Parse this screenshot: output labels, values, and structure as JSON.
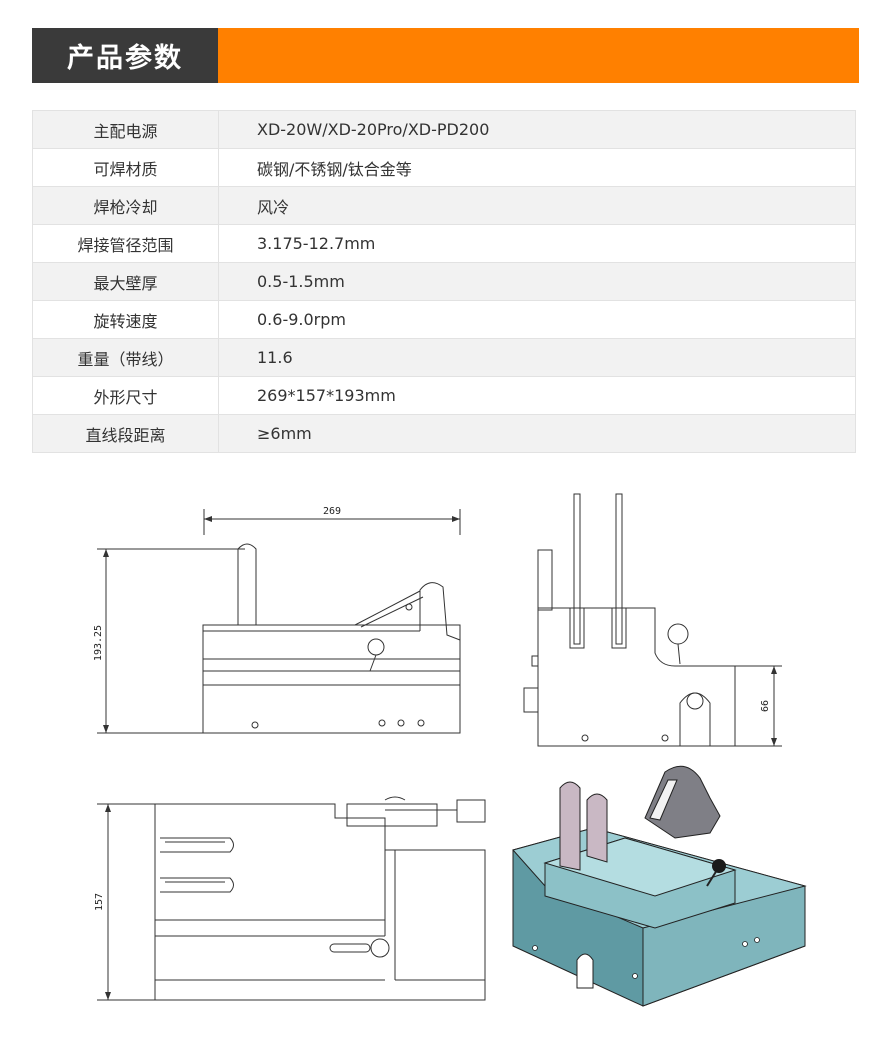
{
  "header": {
    "title": "产品参数"
  },
  "specs": [
    {
      "label": "主配电源",
      "value": "XD-20W/XD-20Pro/XD-PD200"
    },
    {
      "label": "可焊材质",
      "value": "碳钢/不锈钢/钛合金等"
    },
    {
      "label": "焊枪冷却",
      "value": "风冷"
    },
    {
      "label": "焊接管径范围",
      "value": "3.175-12.7mm"
    },
    {
      "label": "最大壁厚",
      "value": "0.5-1.5mm"
    },
    {
      "label": "旋转速度",
      "value": "0.6-9.0rpm"
    },
    {
      "label": "重量（带线）",
      "value": "11.6"
    },
    {
      "label": "外形尺寸",
      "value": "269*157*193mm"
    },
    {
      "label": "直线段距离",
      "value": "≥6mm"
    }
  ],
  "drawings": {
    "front_width": "269",
    "front_height": "193.25",
    "side_height": "66",
    "top_depth": "157"
  },
  "colors": {
    "accent": "#ff8000",
    "title_bg": "#3a3a3a",
    "model_body": "#6ba2aa",
    "model_top": "#a9d3d8"
  }
}
